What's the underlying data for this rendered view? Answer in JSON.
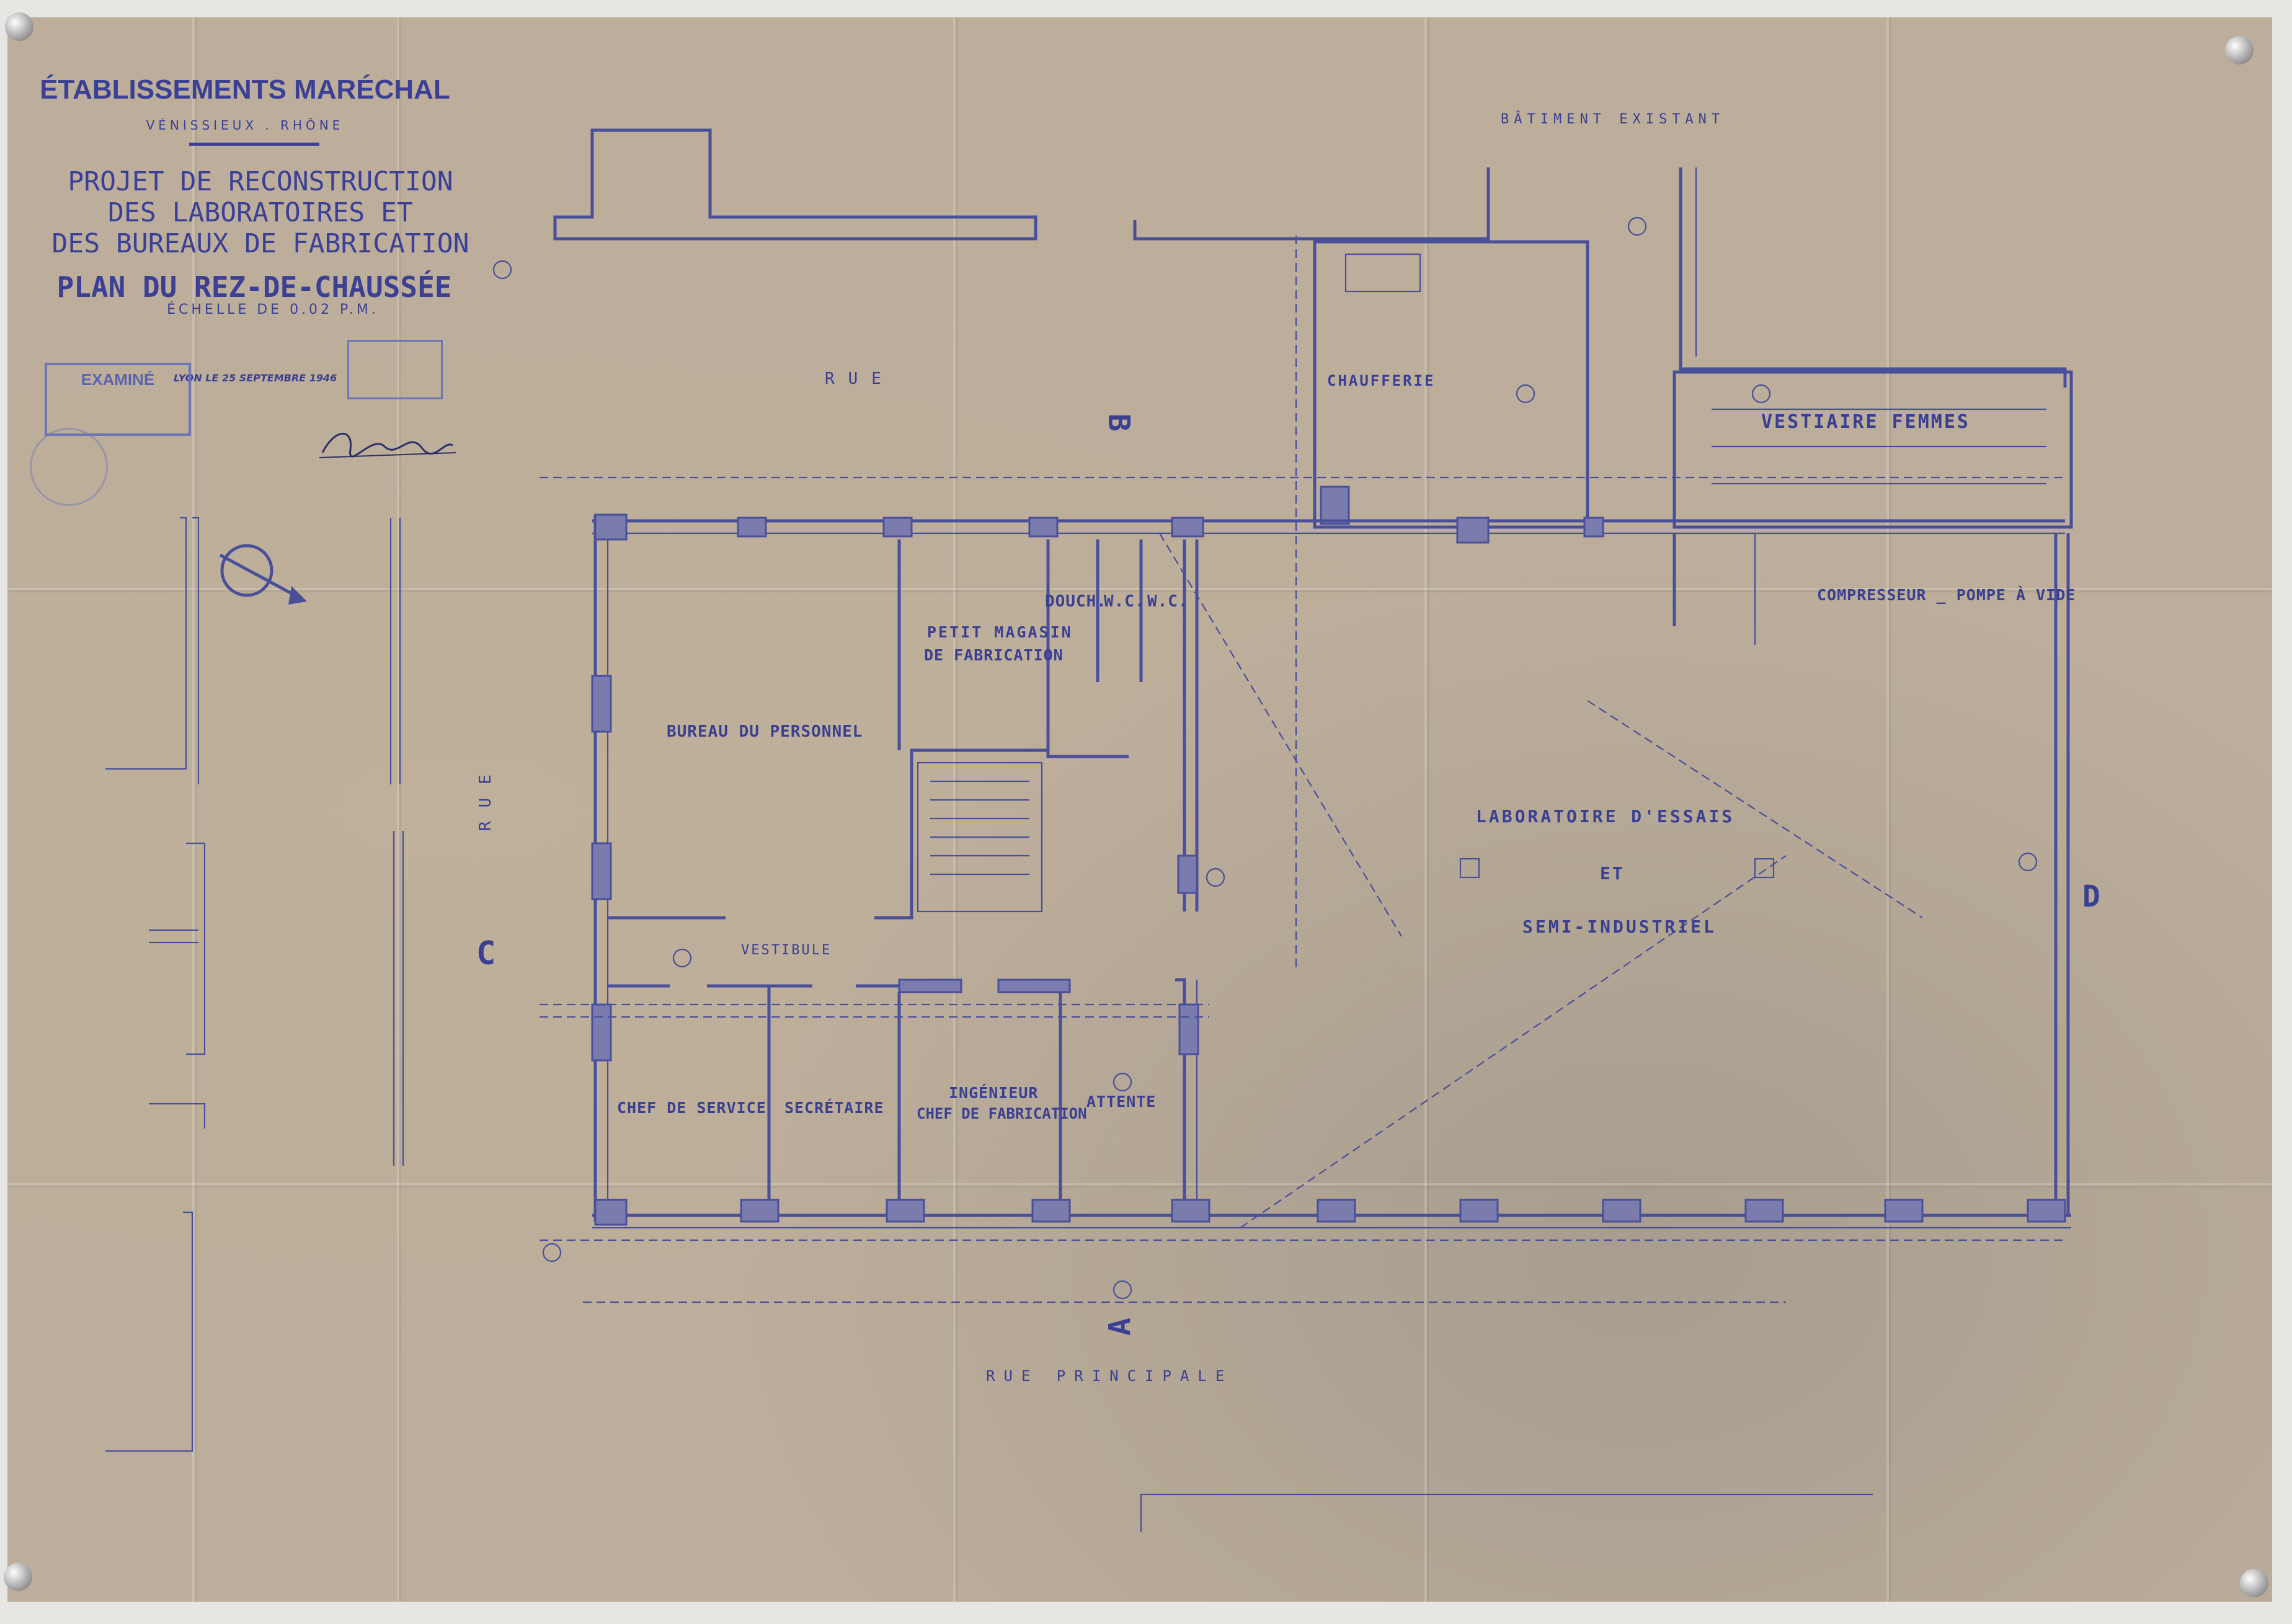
{
  "title_block": {
    "company": "ÉTABLISSEMENTS MARÉCHAL",
    "location": "VÉNISSIEUX . RHÔNE",
    "project_line1": "PROJET DE RECONSTRUCTION",
    "project_line2": "DES LABORATOIRES ET",
    "project_line3": "DES BUREAUX DE FABRICATION",
    "plan_title": "PLAN DU REZ-DE-CHAUSSÉE",
    "scale": "ÉCHELLE DE 0.02 P.M.",
    "date_line": "LYON LE 25 SEPTEMBRE 1946",
    "stamp_examine": "EXAMINÉ"
  },
  "plan_labels": {
    "rue_top": "RUE",
    "rue_left": "RUE",
    "batiment_existant": "BÂTIMENT EXISTANT",
    "rue_principale": "RUE PRINCIPALE",
    "chaufferie": "CHAUFFERIE",
    "vestiaire_femmes": "VESTIAIRE FEMMES",
    "compresseur": "COMPRESSEUR _ POMPE À VIDE",
    "petit_magasin_1": "PETIT MAGASIN",
    "petit_magasin_2": "DE FABRICATION",
    "douche": "DOUCH.",
    "wc1": "W.C.",
    "wc2": "W.C.",
    "bureau_personnel": "BUREAU DU PERSONNEL",
    "vestibule": "VESTIBULE",
    "labo_1": "LABORATOIRE D'ESSAIS",
    "labo_2": "ET",
    "labo_3": "SEMI-INDUSTRIEL",
    "chef_service": "CHEF DE SERVICE",
    "secretaire": "SECRÉTAIRE",
    "ingenieur_1": "INGÉNIEUR",
    "ingenieur_2": "CHEF DE FABRICATION",
    "attente": "ATTENTE"
  },
  "section_marks": {
    "a": "A",
    "b": "B",
    "c": "C",
    "d": "D"
  }
}
